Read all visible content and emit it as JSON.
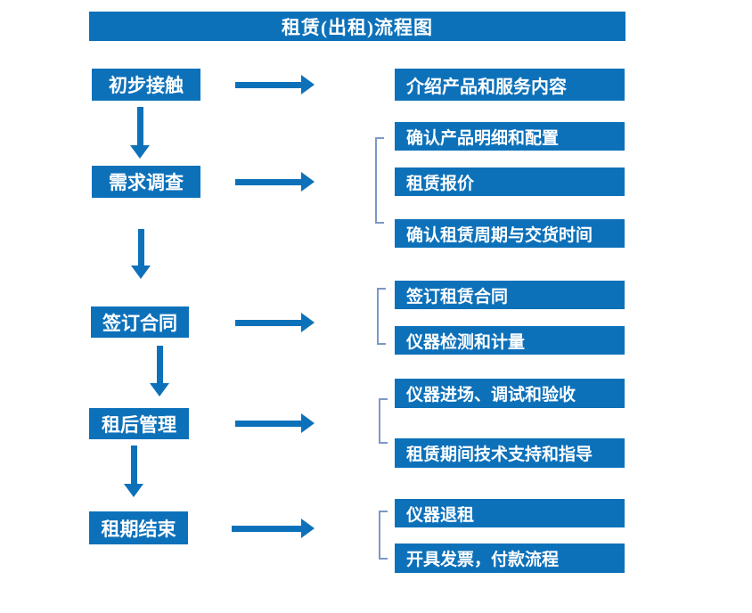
{
  "title": "租赁(出租)流程图",
  "colors": {
    "primary_blue": "#0d71ba",
    "bracket_blue": "#7d97c7",
    "text_on_blue": "#ffffff",
    "background": "#ffffff"
  },
  "diagram": {
    "type": "flowchart",
    "direction": "top-to-bottom with right-side detail branches"
  },
  "steps": [
    {
      "label": "初步接触",
      "details": [
        "介绍产品和服务内容"
      ]
    },
    {
      "label": "需求调查",
      "details": [
        "确认产品明细和配置",
        "租赁报价",
        "确认租赁周期与交货时间"
      ]
    },
    {
      "label": "签订合同",
      "details": [
        "签订租赁合同",
        "仪器检测和计量"
      ]
    },
    {
      "label": "租后管理",
      "details": [
        "仪器进场、调试和验收",
        "租赁期间技术支持和指导"
      ]
    },
    {
      "label": "租期结束",
      "details": [
        "仪器退租",
        "开具发票，付款流程"
      ]
    }
  ]
}
